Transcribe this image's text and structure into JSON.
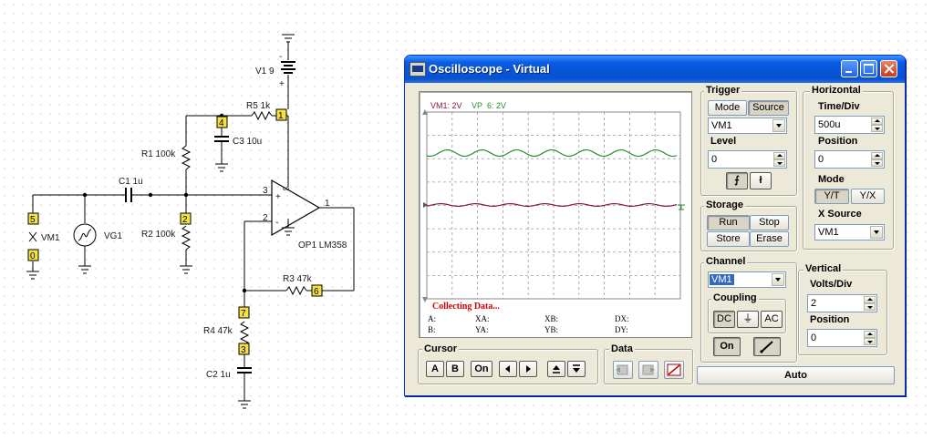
{
  "schematic": {
    "nodes": {
      "n1": "1",
      "n2": "2",
      "n3": "3",
      "n4": "4",
      "n5": "5",
      "n6": "6",
      "n7": "7",
      "n0": "0"
    },
    "components": {
      "v1": "V1 9",
      "r5": "R5 1k",
      "c3": "C3 10u",
      "r1": "R1 100k",
      "c1": "C1 1u",
      "r2": "R2 100k",
      "vm1": "VM1",
      "vg1": "VG1",
      "op1": "OP1 LM358",
      "r3": "R3 47k",
      "r4": "R4 47k",
      "c2": "C2 1u"
    },
    "op_pins": {
      "p1": "1",
      "p2": "2",
      "p3": "3",
      "minus": "-",
      "plus": "+",
      "inf": "∞"
    },
    "battery_signs": {
      "plus": "+",
      "minus": "-"
    }
  },
  "oscilloscope": {
    "title": "Oscilloscope - Virtual",
    "window_buttons": {
      "minimize": "minimize",
      "maximize": "maximize",
      "close": "close"
    },
    "screen": {
      "ch1_label": "VM1: 2V",
      "ch2_label": "VP_6: 2V",
      "status": "Collecting Data...",
      "readouts": {
        "a": "A:",
        "b": "B:",
        "xa": "XA:",
        "ya": "YA:",
        "xb": "XB:",
        "yb": "YB:",
        "dx": "DX:",
        "dy": "DY:"
      }
    },
    "trigger": {
      "title": "Trigger",
      "mode_label": "Mode",
      "source_label": "Source",
      "source_value": "VM1",
      "level_label": "Level",
      "level_value": "0",
      "rising_glyph": "⨍",
      "falling_glyph": "ł"
    },
    "horizontal": {
      "title": "Horizontal",
      "time_div_label": "Time/Div",
      "time_div_value": "500u",
      "position_label": "Position",
      "position_value": "0",
      "mode_label": "Mode",
      "mode_yt": "Y/T",
      "mode_yx": "Y/X",
      "xsource_label": "X Source",
      "xsource_value": "VM1"
    },
    "storage": {
      "title": "Storage",
      "run": "Run",
      "stop": "Stop",
      "store": "Store",
      "erase": "Erase"
    },
    "channel": {
      "title": "Channel",
      "value": "VM1",
      "coupling_title": "Coupling",
      "dc": "DC",
      "gnd": "⏚",
      "ac": "AC",
      "on": "On"
    },
    "vertical": {
      "title": "Vertical",
      "volts_div_label": "Volts/Div",
      "volts_div_value": "2",
      "position_label": "Position",
      "position_value": "0"
    },
    "cursor": {
      "title": "Cursor",
      "a": "A",
      "b": "B",
      "on": "On"
    },
    "data": {
      "title": "Data"
    },
    "auto": "Auto",
    "colors": {
      "trace1": "#2e8b2e",
      "trace2": "#8b1a2e",
      "status": "#d40000",
      "titlebar": "#0654d8"
    }
  }
}
